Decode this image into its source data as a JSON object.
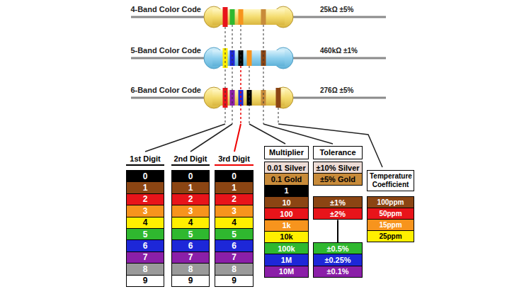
{
  "diagram": {
    "nodes": [
      {
        "text": [
          "1st Digit"
        ]
      },
      {
        "text": [
          "0"
        ],
        "in": 0
      },
      {
        "text": [
          "1"
        ],
        "in": 0
      },
      {
        "text": [
          "2"
        ],
        "in": 0
      },
      {
        "text": [
          "3"
        ],
        "in": 0
      },
      {
        "text": [
          "4"
        ],
        "in": 0
      },
      {
        "text": [
          "5"
        ],
        "in": 0
      },
      {
        "text": [
          "6"
        ],
        "in": 0
      },
      {
        "text": [
          "7"
        ],
        "in": 0
      },
      {
        "text": [
          "8"
        ],
        "in": 0
      },
      {
        "text": [
          "9"
        ],
        "in": 0
      },
      {
        "text": [
          "2nd Digit"
        ]
      },
      {
        "text": [
          "0"
        ],
        "in": 11
      },
      {
        "text": [
          "1"
        ],
        "in": 11
      },
      {
        "text": [
          "2"
        ],
        "in": 11
      },
      {
        "text": [
          "3"
        ],
        "in": 11
      },
      {
        "text": [
          "4"
        ],
        "in": 11
      },
      {
        "text": [
          "5"
        ],
        "in": 11
      },
      {
        "text": [
          "6"
        ],
        "in": 11
      },
      {
        "text": [
          "7"
        ],
        "in": 11
      },
      {
        "text": [
          "8"
        ],
        "in": 11
      },
      {
        "text": [
          "9"
        ],
        "in": 11
      },
      {
        "text": [
          "3rd Digit"
        ]
      },
      {
        "text": [
          "0"
        ],
        "in": 22
      },
      {
        "text": [
          "1"
        ],
        "in": 22
      },
      {
        "text": [
          "2"
        ],
        "in": 22
      },
      {
        "text": [
          "3"
        ],
        "in": 22
      },
      {
        "text": [
          "4"
        ],
        "in": 22
      },
      {
        "text": [
          "5"
        ],
        "in": 22
      },
      {
        "text": [
          "6"
        ],
        "in": 22
      },
      {
        "text": [
          "7"
        ],
        "in": 22
      },
      {
        "text": [
          "8"
        ],
        "in": 22
      },
      {
        "text": [
          "9"
        ],
        "in": 22
      },
      {
        "text": [
          "Multiplier"
        ]
      },
      {
        "text": [
          "0.01 Silver"
        ],
        "in": 33
      },
      {
        "text": [
          "0.1 Gold"
        ],
        "in": 33
      },
      {
        "text": [
          "1"
        ],
        "in": 33
      },
      {
        "text": [
          "10"
        ],
        "in": 33
      },
      {
        "text": [
          "100"
        ],
        "in": 33
      },
      {
        "text": [
          "1k"
        ],
        "in": 33
      },
      {
        "text": [
          "10k"
        ],
        "in": 33
      },
      {
        "text": [
          "100k"
        ],
        "in": 33
      },
      {
        "text": [
          "1M"
        ],
        "in": 33
      },
      {
        "text": [
          "10M"
        ],
        "in": 33
      },
      {
        "text": [
          "Tolerance"
        ]
      },
      {
        "text": [
          "±10% Silver"
        ],
        "in": 44
      },
      {
        "text": [
          "±5% Gold"
        ],
        "in": 44
      },
      {
        "text": [
          "±1%"
        ],
        "in": 44
      },
      {
        "text": [
          "±2%"
        ],
        "in": 44
      },
      {
        "text": [
          "±0.5%"
        ],
        "in": 44
      },
      {
        "text": [
          "±0.25%"
        ],
        "in": 44
      },
      {
        "text": [
          "±0.1%"
        ],
        "in": 44
      },
      {
        "text": [
          "Temperature Coefficient"
        ]
      },
      {
        "text": [
          "100ppm"
        ],
        "in": 52
      },
      {
        "text": [
          "50ppm"
        ],
        "in": 52
      },
      {
        "text": [
          "15ppm"
        ],
        "in": 52
      },
      {
        "text": [
          "25ppm"
        ],
        "in": 52
      }
    ],
    "edges": [
      {
        "from": 48,
        "to": 49,
        "arrow": "none"
      }
    ],
    "labels": [
      "4-Band Color Code",
      "25kΩ ±5%",
      "5-Band Color Code",
      "460kΩ ±1%",
      "6-Band Color Code",
      "276Ω ±5%"
    ]
  }
}
